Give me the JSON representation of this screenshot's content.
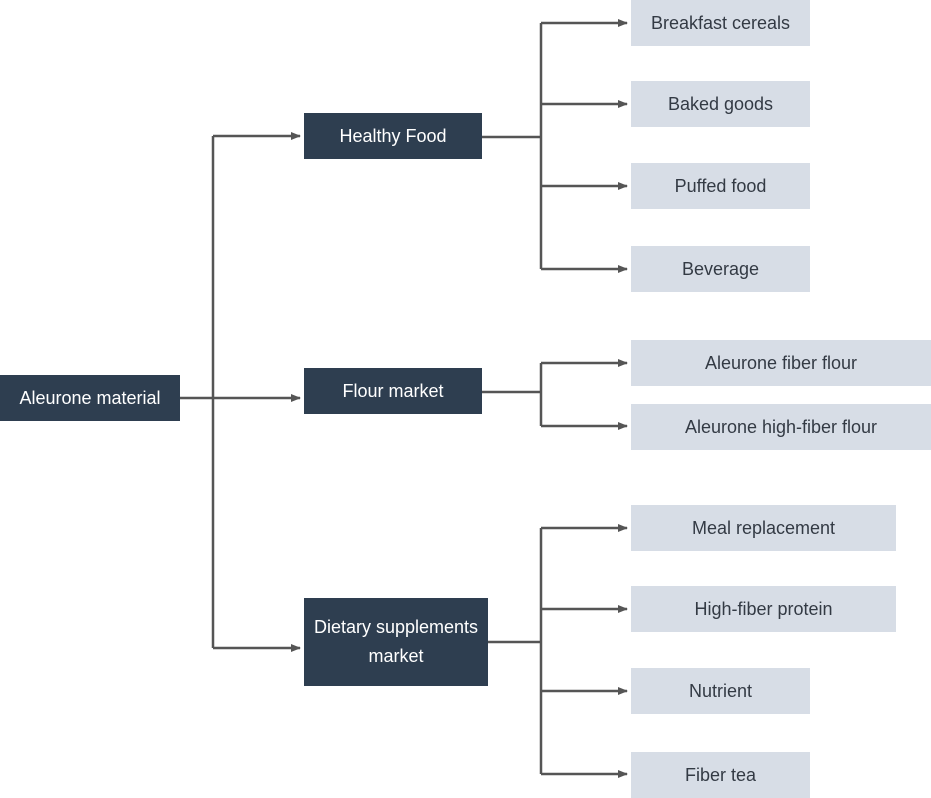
{
  "root": {
    "label": "Aleurone material"
  },
  "categories": [
    {
      "label": "Healthy Food",
      "items": [
        "Breakfast cereals",
        "Baked goods",
        "Puffed food",
        "Beverage"
      ]
    },
    {
      "label": "Flour market",
      "items": [
        "Aleurone fiber flour",
        "Aleurone high-fiber flour"
      ]
    },
    {
      "label": "Dietary supplements market",
      "items": [
        "Meal replacement",
        "High-fiber protein",
        "Nutrient",
        "Fiber tea"
      ]
    }
  ],
  "colors": {
    "dark_node": "#2e3e50",
    "light_node": "#d7dde6",
    "connector": "#555555"
  }
}
